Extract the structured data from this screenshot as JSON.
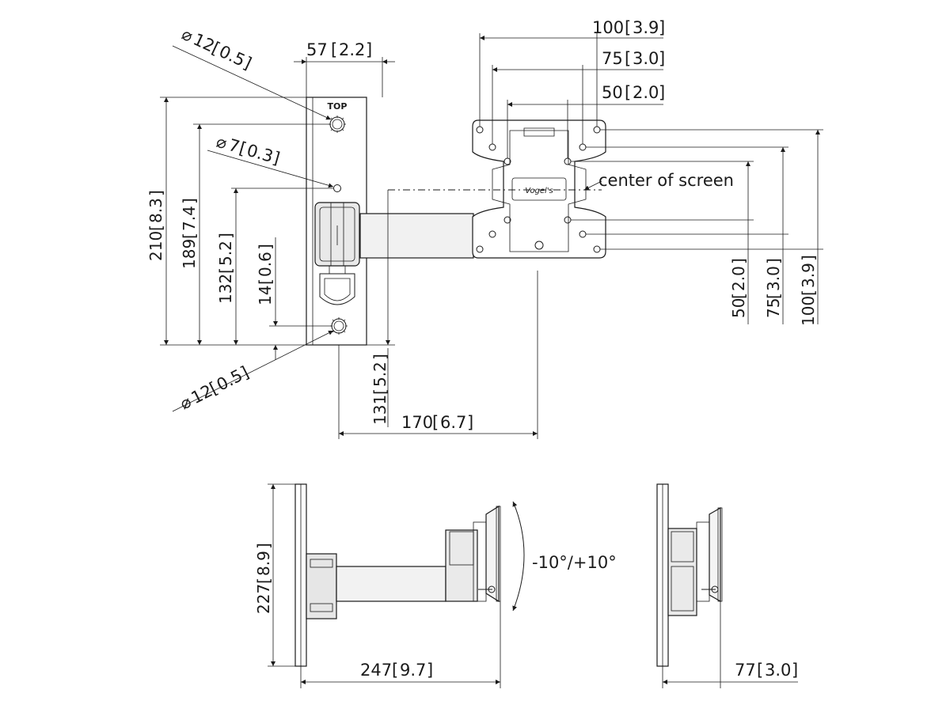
{
  "top_view": {
    "plate_label": "TOP",
    "logo_text": "Vogel's",
    "dims": {
      "plate_width": "57",
      "plate_width_in": "2.2",
      "hole_upper_dia": "12",
      "hole_upper_dia_in": "0.5",
      "hole_small_dia": "7",
      "hole_small_dia_in": "0.3",
      "hole_lower_dia": "12",
      "hole_lower_dia_in": "0.5",
      "height_total": "210",
      "height_total_in": "8.3",
      "height_upper_hole": "189",
      "height_upper_hole_in": "7.4",
      "height_axis": "132",
      "height_axis_in": "5.2",
      "height_lower_hole": "14",
      "height_lower_hole_in": "0.6",
      "drop": "131",
      "drop_in": "5.2",
      "reach": "170",
      "reach_in": "6.7"
    },
    "vesa": {
      "h100": "100",
      "h100_in": "3.9",
      "h75": "75",
      "h75_in": "3.0",
      "h50": "50",
      "h50_in": "2.0",
      "v50": "50",
      "v50_in": "2.0",
      "v75": "75",
      "v75_in": "3.0",
      "v100": "100",
      "v100_in": "3.9"
    },
    "center_label": "center of screen"
  },
  "side_views": {
    "height": "227",
    "height_in": "8.9",
    "depth": "247",
    "depth_in": "9.7",
    "min_depth": "77",
    "min_depth_in": "3.0",
    "tilt": "-10°/+10°"
  }
}
